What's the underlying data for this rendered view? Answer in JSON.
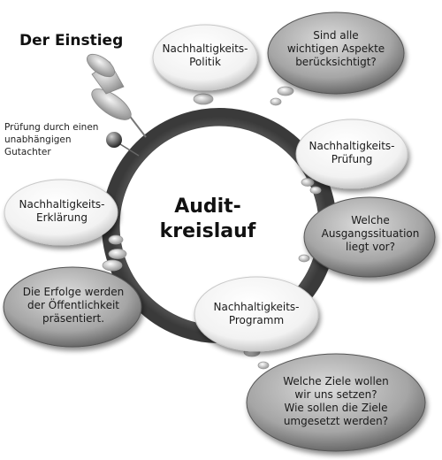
{
  "title": "Der Einstieg",
  "note": [
    "Prüfung durch einen",
    "unabhängigen",
    "Gutachter"
  ],
  "center": [
    "Audit-",
    "kreislauf"
  ],
  "bubbles": {
    "politik": [
      "Nachhaltigkeits-",
      "Politik"
    ],
    "aspekte": [
      "Sind alle",
      "wichtigen Aspekte",
      "berücksichtigt?"
    ],
    "pruefung": [
      "Nachhaltigkeits-",
      "Prüfung"
    ],
    "ausgang": [
      "Welche",
      "Ausgangssituation",
      "liegt vor?"
    ],
    "programm": [
      "Nachhaltigkeits-",
      "Programm"
    ],
    "ziele": [
      "Welche Ziele wollen",
      "wir uns setzen?",
      "Wie sollen die Ziele",
      "umgesetzt werden?"
    ],
    "erklaerung": [
      "Nachhaltigkeits-",
      "Erklärung"
    ],
    "erfolge": [
      "Die Erfolge werden",
      "der Öffentlichkeit",
      "präsentiert."
    ]
  }
}
